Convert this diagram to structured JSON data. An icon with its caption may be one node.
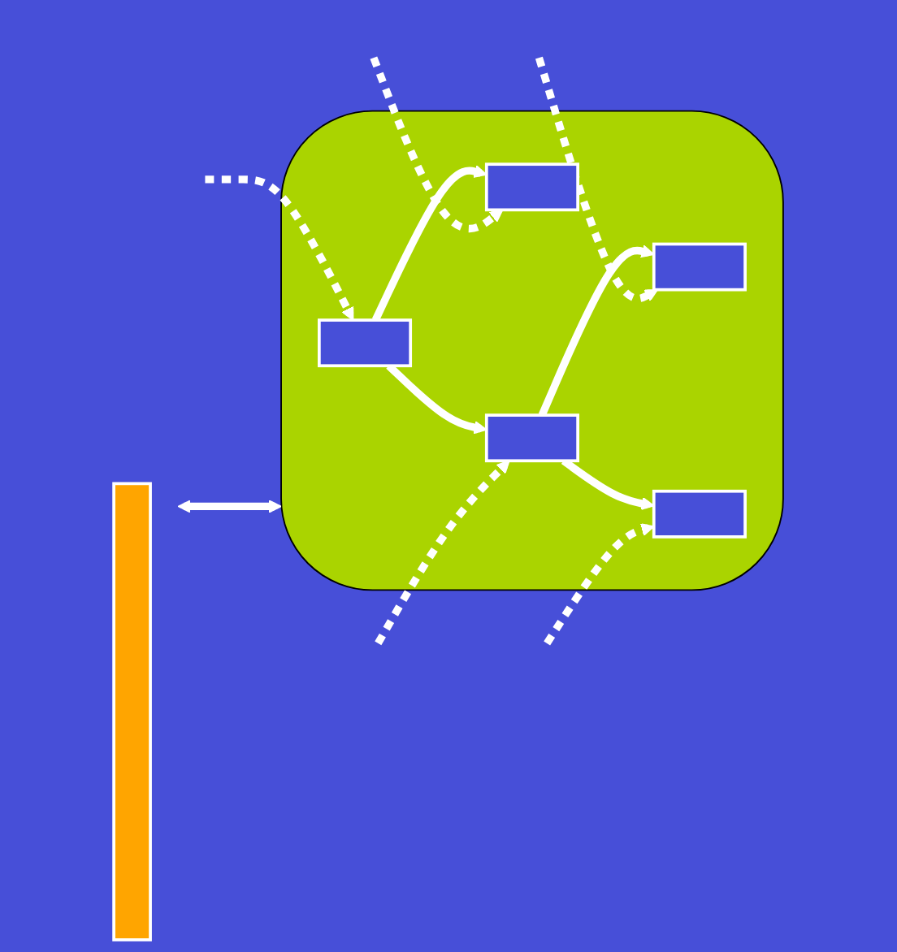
{
  "diagram": {
    "nodes": [
      {
        "text": [],
        "shape": "bar"
      },
      {
        "text": [],
        "shape": "cloud"
      },
      {
        "text": [],
        "shape": "box",
        "in": 1
      },
      {
        "text": [],
        "shape": "box",
        "in": 1
      },
      {
        "text": [],
        "shape": "box",
        "in": 1
      },
      {
        "text": [],
        "shape": "box",
        "in": 1
      },
      {
        "text": [],
        "shape": "box",
        "in": 1
      }
    ],
    "edges": [
      {
        "from": 0,
        "to": 1,
        "arrow": "both"
      },
      {
        "from": 2,
        "to": 4,
        "arrow": "to"
      },
      {
        "from": 2,
        "to": 3,
        "arrow": "to"
      },
      {
        "from": 4,
        "to": 5,
        "arrow": "to"
      },
      {
        "from": 4,
        "to": 6,
        "arrow": "to"
      },
      {
        "from": null,
        "to": 2,
        "arrow": "to",
        "style": "dashed"
      },
      {
        "from": null,
        "to": 3,
        "arrow": "to",
        "style": "dashed"
      },
      {
        "from": null,
        "to": 4,
        "arrow": "to",
        "style": "dashed"
      },
      {
        "from": null,
        "to": 5,
        "arrow": "to",
        "style": "dashed"
      },
      {
        "from": null,
        "to": 6,
        "arrow": "to",
        "style": "dashed"
      }
    ]
  }
}
